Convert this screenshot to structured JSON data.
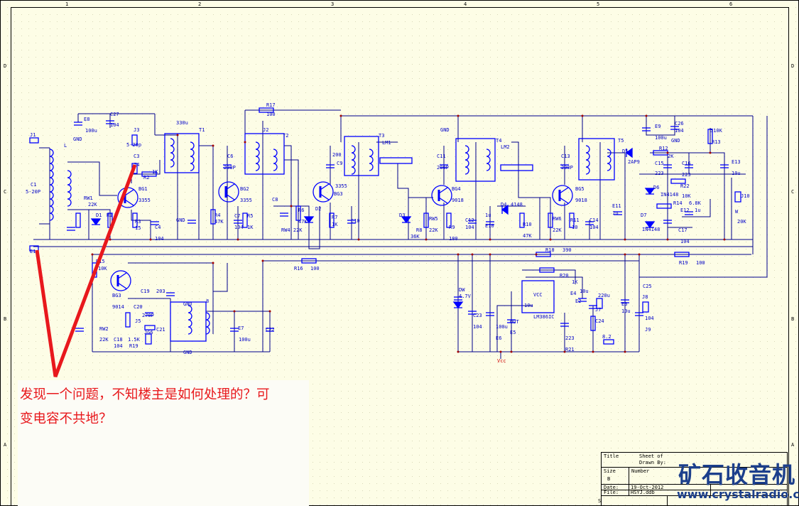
{
  "border": {
    "columns": [
      "1",
      "2",
      "3",
      "4",
      "5",
      "6"
    ],
    "rows": [
      "D",
      "C",
      "B",
      "A"
    ]
  },
  "labels": [
    "J1",
    "L",
    "5-20P",
    "C1",
    "C27",
    "104",
    "E8",
    "100u",
    "GND",
    "J3",
    "5-20p",
    "C3",
    "J4",
    "R2",
    "1K",
    "BG1",
    "3355",
    "RW1",
    "22K",
    "D1",
    "R1",
    "R3",
    "15",
    "C4",
    "104",
    "T1",
    "R17",
    "100",
    "C6",
    "200P",
    "BG2",
    "3355",
    "R4",
    "47K",
    "C7",
    "104",
    "R5",
    "1K",
    "T2",
    "C8",
    "RW4 22K",
    "R6",
    "47K",
    "D2",
    "BG3",
    "3355",
    "R7",
    "1K",
    "C10",
    "T3",
    "LM1",
    "C9",
    "200",
    "D3",
    "R8",
    "36K",
    "RW5",
    "22K",
    "BG4",
    "9018",
    "C11",
    "200P",
    "T4",
    "LM2",
    "R9",
    "180",
    "C12",
    "104",
    "E10",
    "1u",
    "D4",
    "4148",
    "R10",
    "47K",
    "RW6",
    "22K",
    "BG5",
    "9018",
    "C13",
    "200P",
    "T5",
    "R11",
    "10",
    "C14",
    "104",
    "E11",
    "1u",
    "D5",
    "2AP9",
    "E9",
    "100u",
    "C26",
    "104",
    "GND",
    "R12",
    "2K",
    "C15",
    "223",
    "C16",
    "223",
    "R22",
    "10K",
    "510K",
    "R13",
    "E13",
    "10u",
    "D6",
    "IN4148",
    "D7",
    "IN4148",
    "R14",
    "6.8K",
    "E12",
    "1u",
    "C17",
    "104",
    "J10",
    "W",
    "20K",
    "R18",
    "390",
    "R19",
    "100",
    "R16",
    "100",
    "R15",
    "10K",
    "BG3",
    "9014",
    "C19",
    "203",
    "C20",
    "270P",
    "J5",
    "JG6",
    "C21",
    "1.5K",
    "R19",
    "RW2",
    "22K",
    "C18",
    "104",
    "8",
    "E7",
    "100u",
    "C22",
    "GND",
    "GND",
    "DW",
    "4.7V",
    "C23",
    "104",
    "100u",
    "E6",
    "R20",
    "1K",
    "E4",
    "10u",
    "LM386IC",
    "VCC",
    "OUT",
    "E5",
    "10u",
    "E2",
    "220u",
    "J7",
    "C24",
    "223",
    "R21",
    "8.2",
    "E3",
    "10u",
    "J8",
    "C25",
    "104",
    "J9",
    "Vcc",
    "E1",
    "330u",
    "GND",
    "J2",
    "GND",
    "GND",
    "GND",
    "GND"
  ],
  "title_block": {
    "title_label": "Title",
    "size_label": "Size",
    "size_value": "B",
    "number_label": "Number",
    "date_label": "Date:",
    "date_value": "19-Oct-2012",
    "file_label": "File:",
    "file_value": "HSYJ.ddb",
    "sheet_label": "Sheet of",
    "drawn_label": "Drawn By:",
    "rev_label": "S"
  },
  "annotation": {
    "line1": "发现一个问题，不知楼主是如何处理的？可",
    "line2": "变电容不共地？",
    "color": "#e8181c"
  },
  "watermark": {
    "name": "矿石收音机",
    "url": "www.crystalradio.cn"
  },
  "colors": {
    "wire": "#00008c",
    "component": "#0000ff",
    "background": "#fdfde6",
    "annotation": "#e8181c"
  }
}
